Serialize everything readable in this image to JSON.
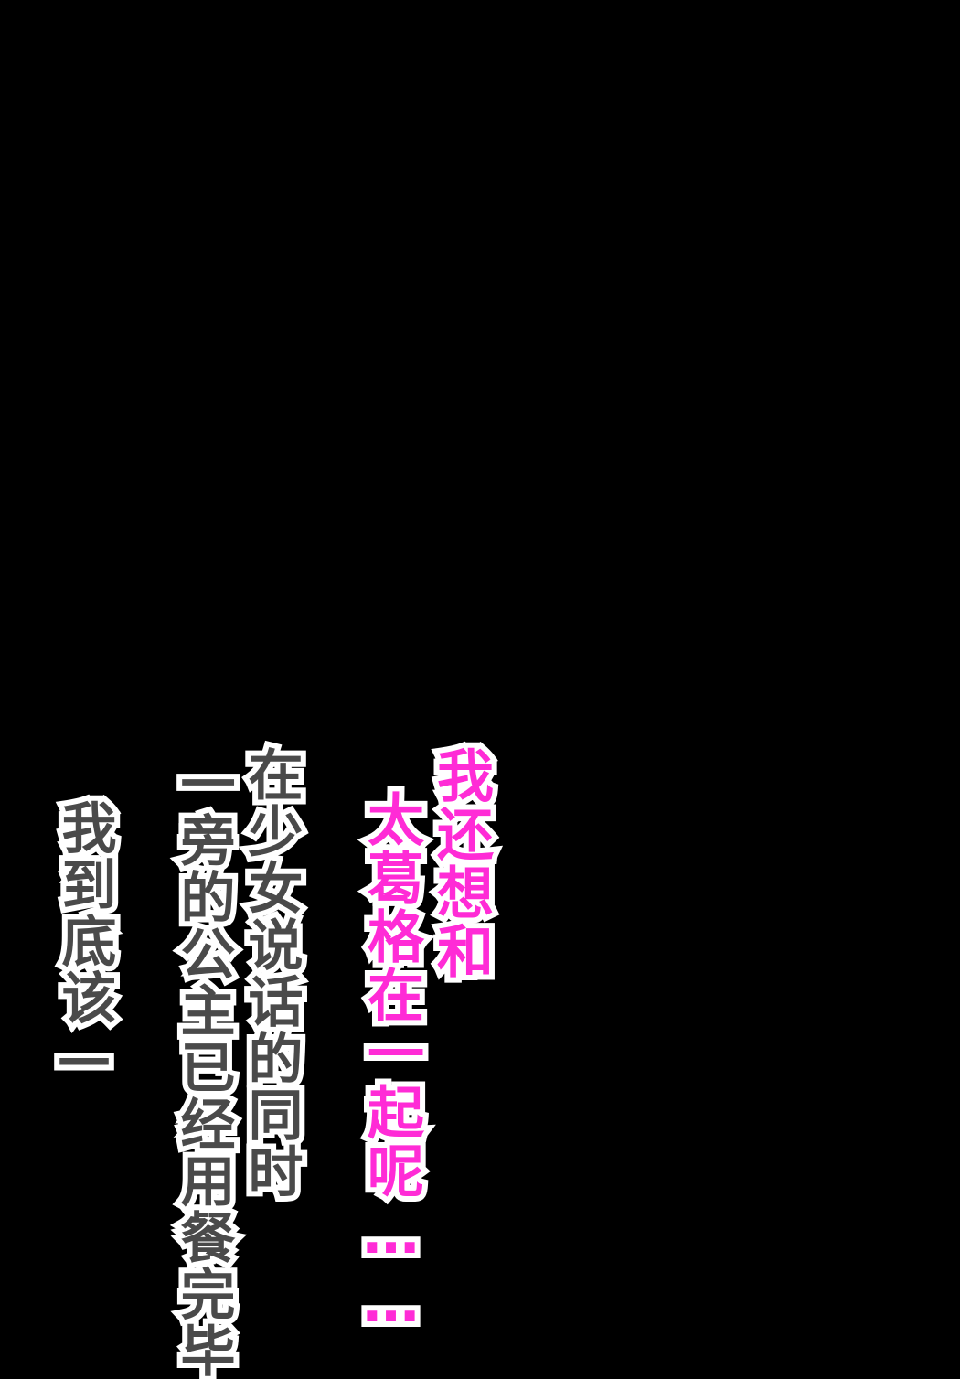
{
  "panel": {
    "background": "#000000",
    "dialogue": {
      "color": "#ff2bd6",
      "lines": [
        "我还想和",
        "太葛格在一起呢……"
      ]
    },
    "narration": {
      "color": "#4a4a4a",
      "lines": [
        "在少女说话的同时",
        "一旁的公主已经用餐完毕"
      ]
    },
    "monologue": {
      "color": "#4a4a4a",
      "lines": [
        "我到底该—"
      ]
    }
  }
}
